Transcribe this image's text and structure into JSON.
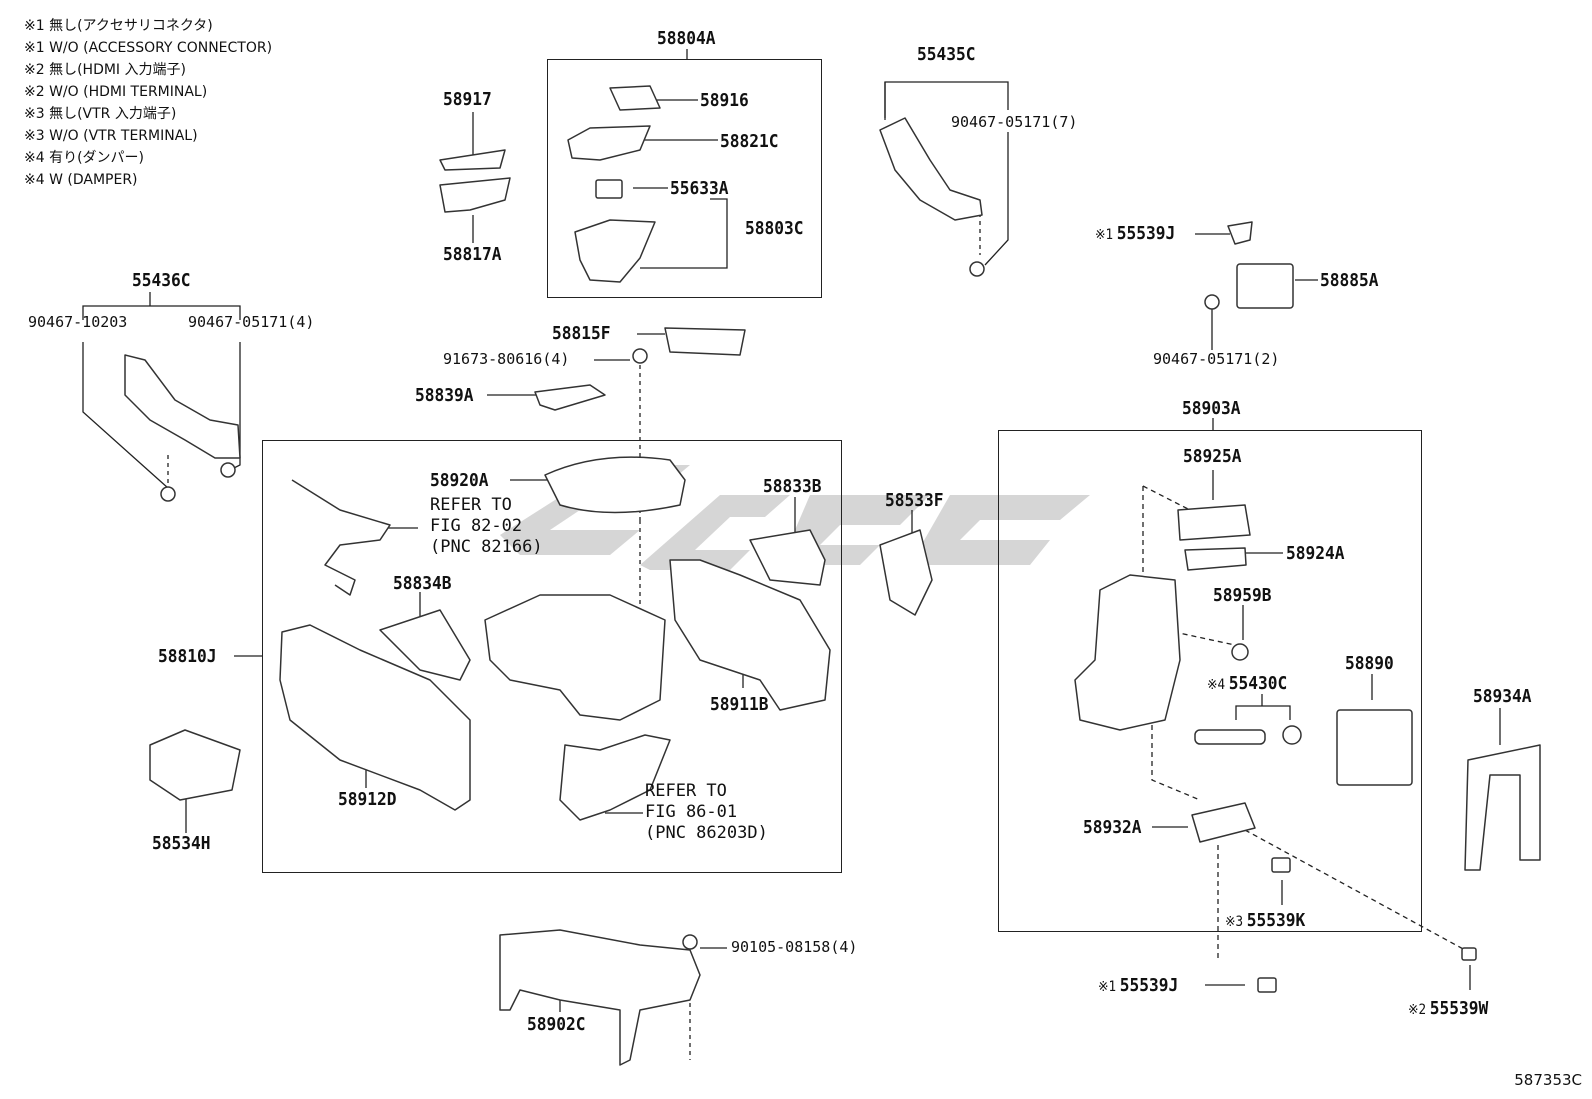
{
  "notes": [
    "※1 無し(アクセサリコネクタ)",
    "※1 W/O (ACCESSORY CONNECTOR)",
    "※2 無し(HDMI 入力端子)",
    "※2 W/O (HDMI TERMINAL)",
    "※3 無し(VTR 入力端子)",
    "※3 W/O (VTR TERMINAL)",
    "※4 有り(ダンパー)",
    "※4 W (DAMPER)"
  ],
  "parts": {
    "p58804A": "58804A",
    "p58916": "58916",
    "p58821C": "58821C",
    "p55633A": "55633A",
    "p58803C": "58803C",
    "p58917": "58917",
    "p58817A": "58817A",
    "p55435C": "55435C",
    "p90467_05171_7": "90467-05171(7)",
    "p55539J_top": "55539J",
    "p58885A": "58885A",
    "p90467_05171_2": "90467-05171(2)",
    "p55436C": "55436C",
    "p90467_10203": "90467-10203",
    "p90467_05171_4": "90467-05171(4)",
    "p58815F": "58815F",
    "p91673": "91673-80616(4)",
    "p58839A": "58839A",
    "p58920A": "58920A",
    "p58833B": "58833B",
    "p58533F": "58533F",
    "p58834B": "58834B",
    "p58810J": "58810J",
    "p58911B": "58911B",
    "p58912D": "58912D",
    "p58534H": "58534H",
    "p58903A": "58903A",
    "p58925A": "58925A",
    "p58924A": "58924A",
    "p58959B": "58959B",
    "p55430C": "55430C",
    "p58890": "58890",
    "p58934A": "58934A",
    "p58932A": "58932A",
    "p55539K": "55539K",
    "p55539J_bot": "55539J",
    "p55539W": "55539W",
    "p90105": "90105-08158(4)",
    "p58902C": "58902C"
  },
  "marks": {
    "m1": "※1",
    "m2": "※2",
    "m3": "※3",
    "m4": "※4"
  },
  "refs": {
    "r1": [
      "REFER TO",
      "FIG 82-02",
      "(PNC 82166)"
    ],
    "r2": [
      "REFER TO",
      "FIG 86-01",
      "(PNC 86203D)"
    ]
  },
  "figure_id": "587353C"
}
